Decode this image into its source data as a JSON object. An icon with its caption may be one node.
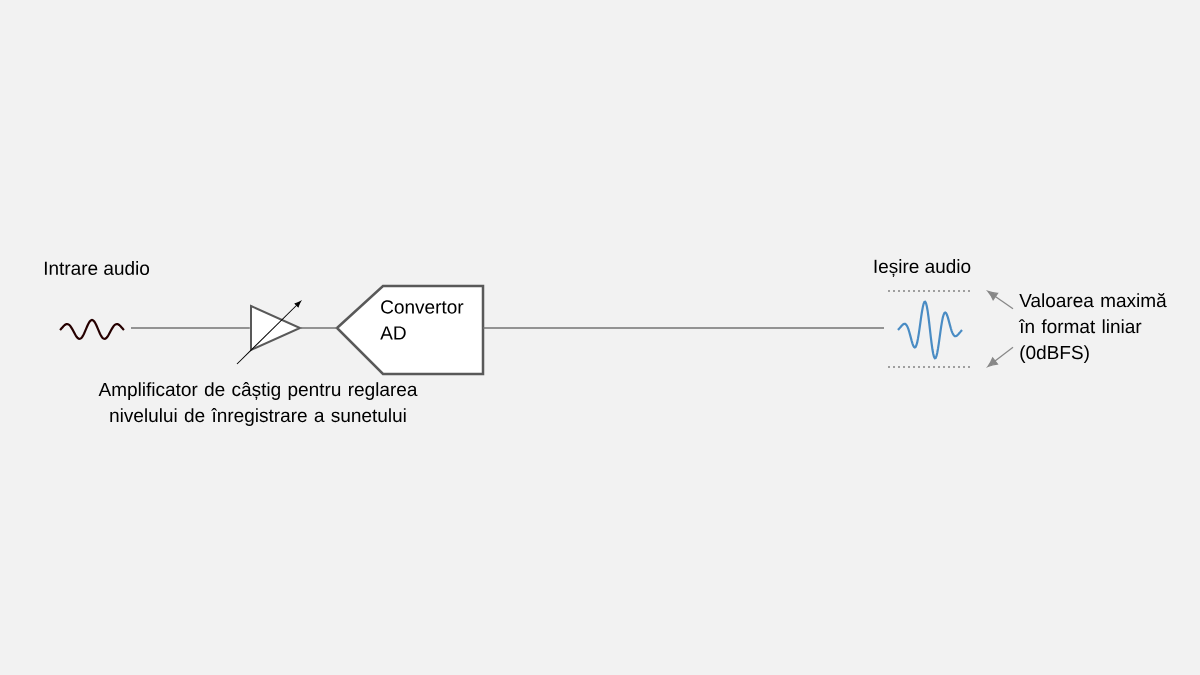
{
  "diagram": {
    "nodes": [
      {
        "text": [],
        "shape": "picture",
        "beside": [
          "Intrare audio"
        ]
      },
      {
        "text": [],
        "shape": "triangle",
        "beside": [
          "Amplificator de câștig pentru reglarea nivelului de înregistrare a sunetului"
        ]
      },
      {
        "text": [
          "Convertor AD"
        ]
      },
      {
        "text": [],
        "shape": "picture",
        "beside": [
          "Ieșire audio"
        ]
      },
      {
        "text": [
          "Valoarea maximă în format liniar (0dBFS)"
        ]
      }
    ],
    "edges": [
      {
        "from": 0,
        "to": 1,
        "arrow": "none"
      },
      {
        "from": 1,
        "to": 2,
        "arrow": "none"
      },
      {
        "from": 2,
        "to": 3,
        "arrow": "none"
      },
      {
        "from": 4,
        "to": null,
        "arrow": "to",
        "color": "#888888"
      },
      {
        "from": 4,
        "to": null,
        "arrow": "to",
        "color": "#888888"
      }
    ]
  }
}
